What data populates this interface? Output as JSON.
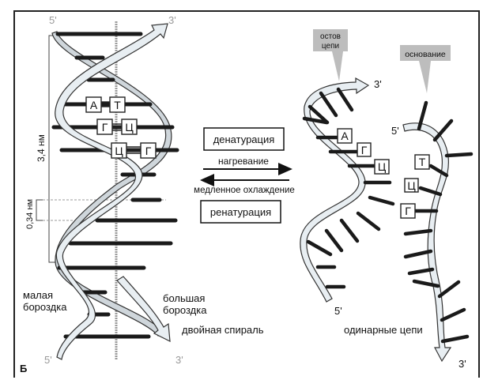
{
  "panel_label": "Б",
  "double_helix": {
    "end_5_top": "5'",
    "end_3_top": "3'",
    "end_5_bottom": "5'",
    "end_3_bottom": "3'",
    "pitch_label": "3,4 нм",
    "rise_label": "0,34 нм",
    "minor_groove": [
      "малая",
      "бороздка"
    ],
    "major_groove": [
      "большая",
      "бороздка"
    ],
    "caption": "двойная спираль",
    "base_pairs": [
      {
        "left": "А",
        "right": "Т",
        "bonds": 2
      },
      {
        "left": "Г",
        "right": "Ц",
        "bonds": 3
      },
      {
        "left": "Ц",
        "right": "Г",
        "bonds": 3
      }
    ]
  },
  "process": {
    "denaturation": "денатурация",
    "heating": "нагревание",
    "slow_cooling": "медленное охлаждение",
    "renaturation": "ренатурация"
  },
  "single_strands": {
    "backbone_tag": [
      "остов",
      "цепи"
    ],
    "base_tag": "основание",
    "caption": "одинарные цепи",
    "strand1": {
      "end_3": "3'",
      "end_5": "5'",
      "bases": [
        "А",
        "Г",
        "Ц"
      ]
    },
    "strand2": {
      "end_5": "5'",
      "end_3": "3'",
      "bases": [
        "Т",
        "Ц",
        "Г"
      ]
    }
  }
}
